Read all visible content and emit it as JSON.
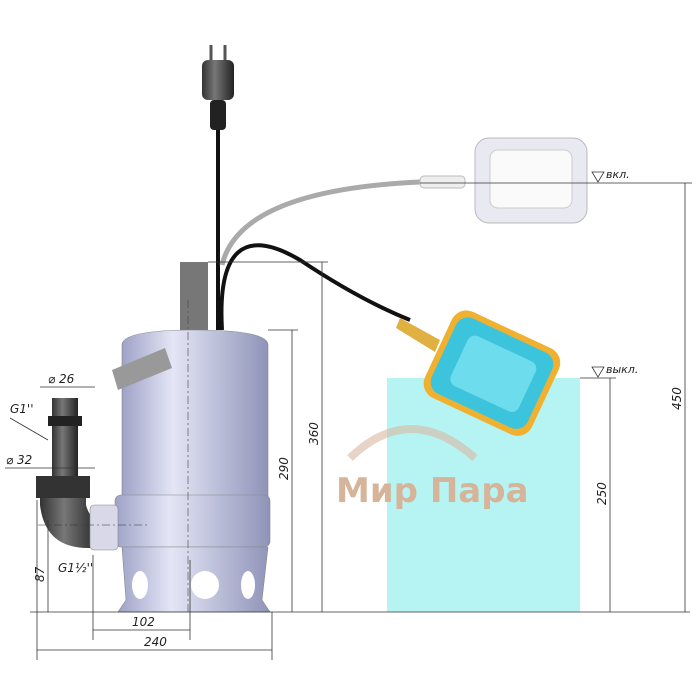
{
  "diagram": {
    "watermark": "Мир Пара",
    "labels": {
      "outlet_diameter": "⌀ 26",
      "thread_outlet": "G1''",
      "hose_diameter": "⌀ 32",
      "thread_pump": "G1½''",
      "outlet_height": "87",
      "outlet_offset": "102",
      "total_width": "240",
      "body_height": "290",
      "total_height": "360",
      "switch_on_height": "450",
      "switch_off_height": "250",
      "switch_on": "вкл.",
      "switch_off": "выкл."
    },
    "colors": {
      "water": "#aef3f3",
      "pump_body": "#c9cbe6",
      "float_on": "#e8e8f0",
      "float_off": "#3cc4dc",
      "float_rim": "#f0b030"
    }
  }
}
